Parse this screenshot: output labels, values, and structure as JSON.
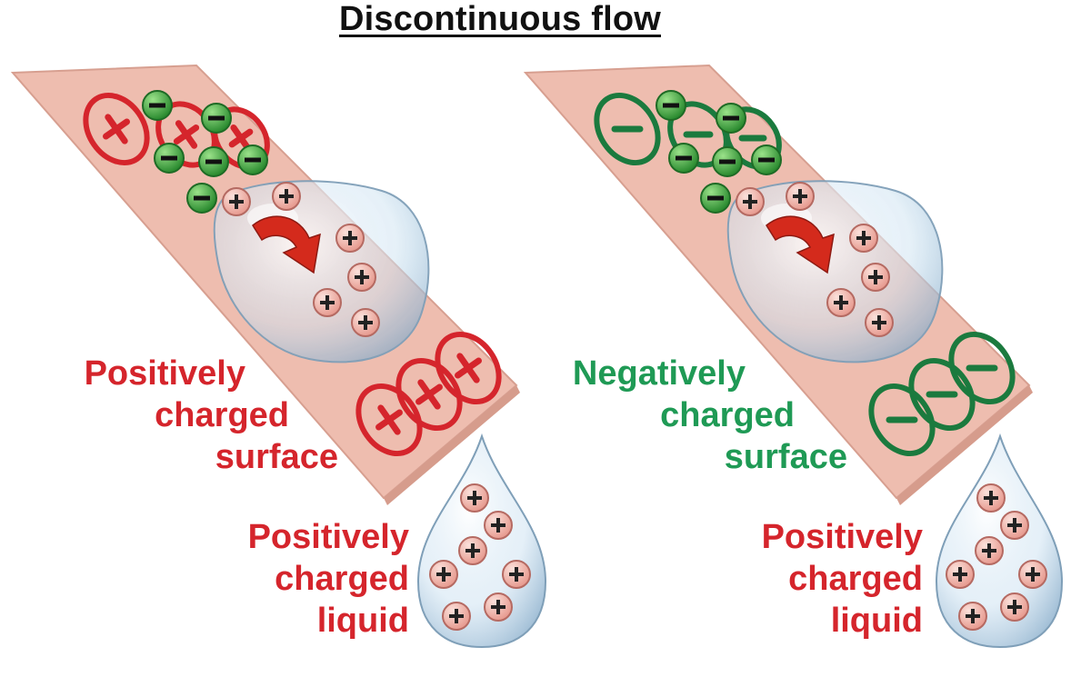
{
  "title": "Discontinuous flow",
  "colors": {
    "surface": "#eebdaf",
    "surface_edge": "#d79f90",
    "positive": "#d5252c",
    "negative": "#1f9a55",
    "water": "#b9d5ea"
  },
  "panels": [
    {
      "surface_charge": "positive",
      "surface_label": [
        "Positively",
        "charged",
        "surface"
      ],
      "liquid_label": [
        "Positively",
        "charged",
        "liquid"
      ]
    },
    {
      "surface_charge": "negative",
      "surface_label": [
        "Negatively",
        "charged",
        "surface"
      ],
      "liquid_label": [
        "Positively",
        "charged",
        "liquid"
      ]
    }
  ],
  "icons": [
    "plus-charge-icon",
    "minus-charge-icon",
    "flow-arrow-icon",
    "droplet-icon"
  ]
}
